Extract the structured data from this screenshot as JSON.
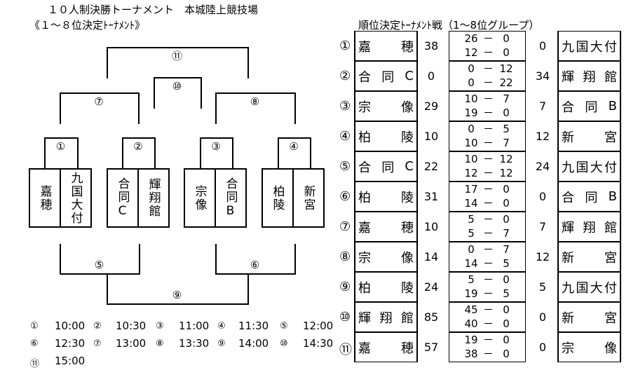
{
  "header": {
    "title": "１０人制決勝トーナメント　本城陸上競技場",
    "subtitle": "《１～８位決定ﾄｰﾅﾒﾝﾄ》"
  },
  "bracket": {
    "match_labels": [
      "①",
      "②",
      "③",
      "④",
      "⑤",
      "⑥",
      "⑦",
      "⑧",
      "⑨",
      "⑩",
      "⑪"
    ],
    "teams": [
      [
        "嘉穂",
        "九国大付"
      ],
      [
        "合同C",
        "輝翔館"
      ],
      [
        "宗像",
        "合同B"
      ],
      [
        "柏陵",
        "新宮"
      ]
    ]
  },
  "schedule": [
    {
      "no": "①",
      "time": "10:00"
    },
    {
      "no": "②",
      "time": "10:30"
    },
    {
      "no": "③",
      "time": "11:00"
    },
    {
      "no": "④",
      "time": "11:30"
    },
    {
      "no": "⑤",
      "time": "12:00"
    },
    {
      "no": "⑥",
      "time": "12:30"
    },
    {
      "no": "⑦",
      "time": "13:00"
    },
    {
      "no": "⑧",
      "time": "13:30"
    },
    {
      "no": "⑨",
      "time": "14:00"
    },
    {
      "no": "⑩",
      "time": "14:30"
    },
    {
      "no": "⑪",
      "time": "15:00"
    }
  ],
  "results": {
    "title": "順位決定ﾄｰﾅﾒﾝﾄ戦（1～8位グループ）",
    "matches": [
      {
        "no": "①",
        "home": "嘉穂",
        "home_total": "38",
        "halves": [
          [
            "26",
            "0"
          ],
          [
            "12",
            "0"
          ]
        ],
        "away_total": "0",
        "away": "九国大付"
      },
      {
        "no": "②",
        "home": "合同C",
        "home_total": "0",
        "halves": [
          [
            "0",
            "12"
          ],
          [
            "0",
            "22"
          ]
        ],
        "away_total": "34",
        "away": "輝翔館"
      },
      {
        "no": "③",
        "home": "宗像",
        "home_total": "29",
        "halves": [
          [
            "10",
            "7"
          ],
          [
            "19",
            "0"
          ]
        ],
        "away_total": "7",
        "away": "合同B"
      },
      {
        "no": "④",
        "home": "柏陵",
        "home_total": "10",
        "halves": [
          [
            "0",
            "5"
          ],
          [
            "10",
            "7"
          ]
        ],
        "away_total": "12",
        "away": "新宮"
      },
      {
        "no": "⑤",
        "home": "合同C",
        "home_total": "22",
        "halves": [
          [
            "10",
            "12"
          ],
          [
            "12",
            "12"
          ]
        ],
        "away_total": "24",
        "away": "九国大付"
      },
      {
        "no": "⑥",
        "home": "柏陵",
        "home_total": "31",
        "halves": [
          [
            "17",
            "0"
          ],
          [
            "14",
            "0"
          ]
        ],
        "away_total": "0",
        "away": "合同B"
      },
      {
        "no": "⑦",
        "home": "嘉穂",
        "home_total": "10",
        "halves": [
          [
            "5",
            "0"
          ],
          [
            "5",
            "7"
          ]
        ],
        "away_total": "7",
        "away": "輝翔館"
      },
      {
        "no": "⑧",
        "home": "宗像",
        "home_total": "14",
        "halves": [
          [
            "0",
            "7"
          ],
          [
            "14",
            "5"
          ]
        ],
        "away_total": "12",
        "away": "新宮"
      },
      {
        "no": "⑨",
        "home": "柏陵",
        "home_total": "24",
        "halves": [
          [
            "5",
            "0"
          ],
          [
            "19",
            "5"
          ]
        ],
        "away_total": "5",
        "away": "九国大付"
      },
      {
        "no": "⑩",
        "home": "輝翔館",
        "home_total": "85",
        "halves": [
          [
            "45",
            "0"
          ],
          [
            "40",
            "0"
          ]
        ],
        "away_total": "0",
        "away": "新宮"
      },
      {
        "no": "⑪",
        "home": "嘉穂",
        "home_total": "57",
        "halves": [
          [
            "19",
            "0"
          ],
          [
            "38",
            "0"
          ]
        ],
        "away_total": "0",
        "away": "宗像"
      }
    ]
  }
}
